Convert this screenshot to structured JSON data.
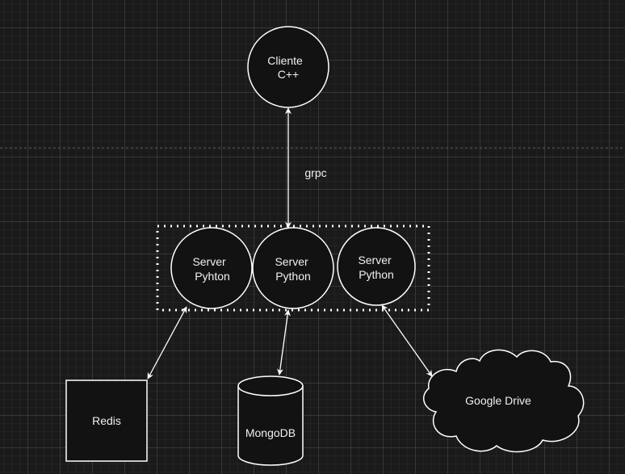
{
  "nodes": {
    "client": {
      "line1": "Cliente",
      "line2": "C++"
    },
    "server_1": {
      "line1": "Server",
      "line2": "Pyhton"
    },
    "server_2": {
      "line1": "Server",
      "line2": "Python"
    },
    "server_3": {
      "line1": "Server",
      "line2": "Python"
    },
    "redis": {
      "label": "Redis"
    },
    "mongodb": {
      "label": "MongoDB"
    },
    "google_drive": {
      "label": "Google Drive"
    }
  },
  "edges": {
    "client_server": {
      "label": "grpc"
    }
  },
  "colors": {
    "background": "#1a1a1a",
    "shape_fill": "#121212",
    "stroke": "#ffffff",
    "text": "#f0f0f0"
  }
}
